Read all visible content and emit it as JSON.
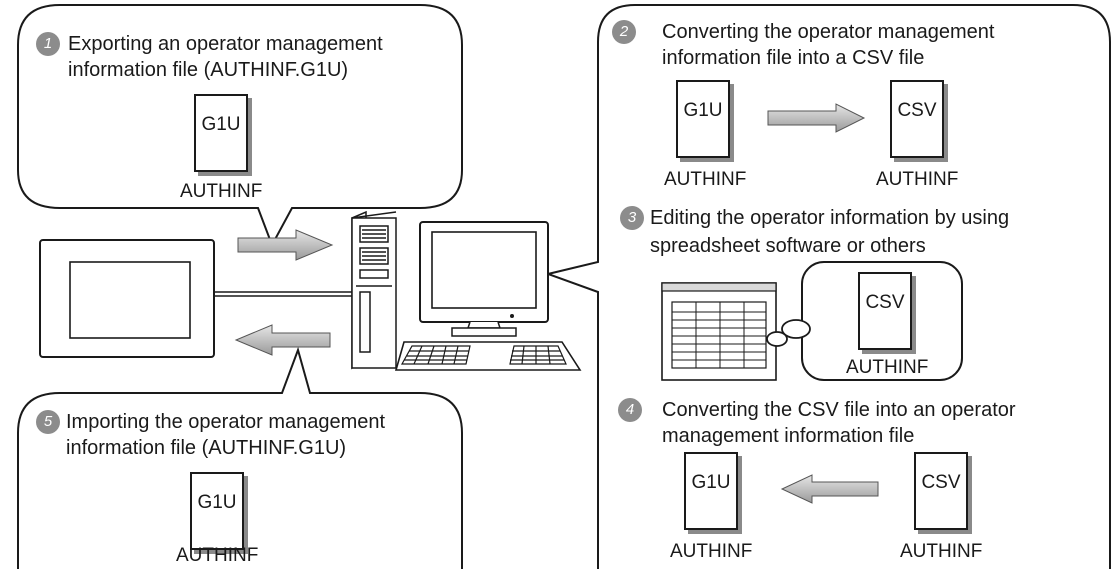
{
  "steps": [
    {
      "number": "1",
      "line1": "Exporting an operator management",
      "line2": "information file (AUTHINF.G1U)"
    },
    {
      "number": "2",
      "line1": "Converting the operator management",
      "line2": "information file into a CSV file"
    },
    {
      "number": "3",
      "line1": "Editing the operator information by using",
      "line2": "spreadsheet software or others"
    },
    {
      "number": "4",
      "line1": "Converting the CSV file into an operator",
      "line2": "management information file"
    },
    {
      "number": "5",
      "line1": "Importing the operator management",
      "line2": "information file (AUTHINF.G1U)"
    }
  ],
  "files": {
    "g1u_label": "G1U",
    "csv_label": "CSV",
    "filename": "AUTHINF"
  },
  "colors": {
    "badge": "#8c8c8c",
    "arrow_fill": "#b0b0b0",
    "stroke": "#1a1a1a",
    "screen_gray": "#d9d9d9"
  },
  "icons": {
    "got_panel": "got-panel-icon",
    "tower_pc": "tower-pc-icon",
    "monitor": "monitor-icon",
    "keyboard": "keyboard-icon",
    "spreadsheet": "spreadsheet-icon",
    "arrow": "arrow-icon"
  }
}
